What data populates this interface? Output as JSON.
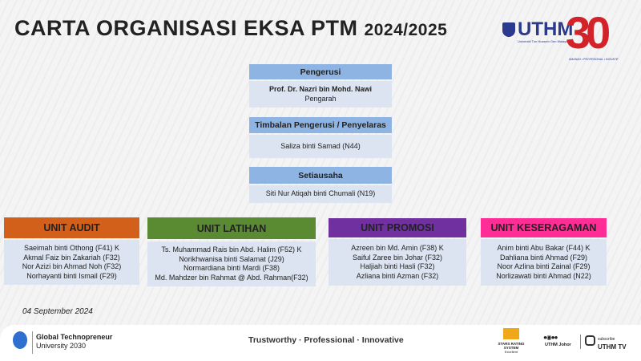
{
  "title": {
    "main": "CARTA ORGANISASI EKSA PTM",
    "year": "2024/2025"
  },
  "top": [
    {
      "role": "Pengerusi",
      "name": "Prof. Dr. Nazri bin Mohd. Nawi",
      "subtitle": "Pengarah"
    },
    {
      "role": "Timbalan Pengerusi / Penyelaras",
      "name": "Saliza binti Samad (N44)"
    },
    {
      "role": "Setiausaha",
      "name": "Siti Nur Atiqah binti Chumali (N19)"
    }
  ],
  "units": [
    {
      "name": "UNIT AUDIT",
      "color": "#d2601a",
      "members": [
        "Saeimah binti Othong (F41) K",
        "Akmal Faiz bin Zakariah (F32)",
        "Nor Azizi bin Ahmad Noh (F32)",
        "Norhayanti binti Ismail (F29)"
      ]
    },
    {
      "name": "UNIT LATIHAN",
      "color": "#5a8a32",
      "members": [
        "Ts. Muhammad Rais bin Abd. Halim (F52) K",
        "Norikhwanisa binti Salamat (J29)",
        "Normardiana binti Mardi (F38)",
        "Md. Mahdzer bin Rahmat @ Abd. Rahman(F32)"
      ]
    },
    {
      "name": "UNIT PROMOSI",
      "color": "#7030a0",
      "members": [
        "Azreen bin Md. Amin (F38) K",
        "Saiful Zaree bin Johar (F32)",
        "Haljiah binti Hasli (F32)",
        "Azliana binti Azman (F32)"
      ]
    },
    {
      "name": "UNIT KESERAGAMAN",
      "color": "#ff2d95",
      "members": [
        "Anim binti Abu Bakar (F44) K",
        "Dahliana binti Ahmad (F29)",
        "Noor Azlina binti Zainal (F29)",
        "Norlizawati binti Ahmad (N22)"
      ]
    }
  ],
  "date": "04 September 2024",
  "logo": {
    "uthm": "UTHM",
    "uthm_sub": "Universiti Tun Hussein Onn Malaysia",
    "thirty": "30",
    "tagline": "AMANAH • PROFESIONAL • INOVATIF"
  },
  "footer": {
    "gtu_line1": "Global Technopreneur",
    "gtu_line2": "University 2030",
    "motto": "Trustworthy · Professional · Innovative",
    "stars": "STARS RATING SYSTEM",
    "stars_sub": "Excellent",
    "social": "UTHM Johor",
    "subscribe": "subscribe",
    "tv": "UTHM TV"
  }
}
